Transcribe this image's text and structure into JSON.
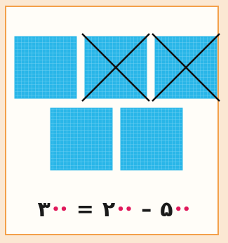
{
  "figure": {
    "blocks_total": 5,
    "blocks_crossed_out": 2,
    "block_color": "#29b6e8",
    "grid_color": "#7fd6f5",
    "cross_color": "#111111",
    "zero_color": "#e0185a"
  },
  "equation": {
    "minuend": {
      "digit": "۵",
      "zeros": "••"
    },
    "minus_sign": "–",
    "subtrahend": {
      "digit": "۲",
      "zeros": "••"
    },
    "equals_sign": "=",
    "result": {
      "digit": "۳",
      "zeros": "••"
    }
  }
}
